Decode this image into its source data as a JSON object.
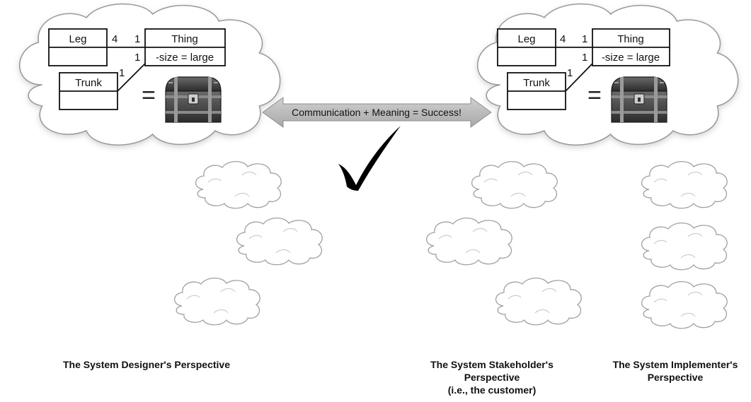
{
  "communication_arrow": {
    "label": "Communication + Meaning = Success!"
  },
  "designer_model": {
    "classes": {
      "leg": "Leg",
      "thing": "Thing",
      "thing_attribute": "-size = large",
      "trunk": "Trunk"
    },
    "multiplicities": {
      "leg_end": "4",
      "thing_end_leg": "1",
      "thing_end_trunk": "1",
      "trunk_end": "1"
    },
    "equals": "="
  },
  "implementer_model": {
    "classes": {
      "leg": "Leg",
      "thing": "Thing",
      "thing_attribute": "-size = large",
      "trunk": "Trunk"
    },
    "multiplicities": {
      "leg_end": "4",
      "thing_end_leg": "1",
      "thing_end_trunk": "1",
      "trunk_end": "1"
    },
    "equals": "="
  },
  "captions": {
    "designer": [
      "The System Designer's Perspective"
    ],
    "stakeholder": [
      "The System Stakeholder's",
      "Perspective",
      "(i.e., the customer)"
    ],
    "implementer": [
      "The System Implementer's",
      "Perspective"
    ]
  },
  "icons": {
    "treasure_chest": "treasure-chest-icon",
    "checkmark": "checkmark-icon",
    "thought_cloud": "thought-cloud-icon"
  },
  "colors": {
    "cloud_fill": "#ffffff",
    "cloud_stroke": "#9a9a9a",
    "arrow_fill": "#bdbdbd",
    "chest_body": "#4a4a4a",
    "check": "#000000"
  }
}
